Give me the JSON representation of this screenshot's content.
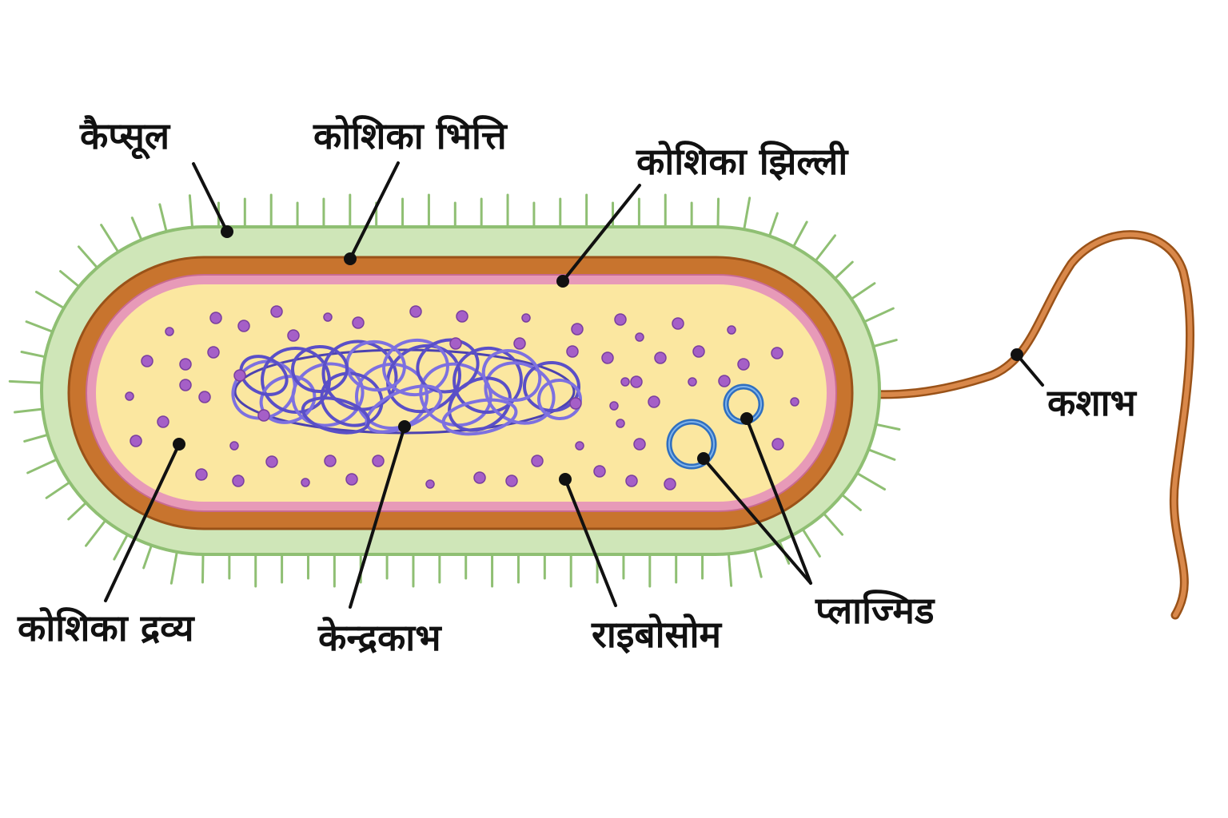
{
  "labels": {
    "capsule": "कैप्सूल",
    "cell_wall": "कोशिका भित्ति",
    "cell_membrane": "कोशिका झिल्ली",
    "flagellum": "कशाभ",
    "cytoplasm": "कोशिका द्रव्य",
    "nucleoid": "केन्द्रकाभ",
    "ribosome": "राइबोसोम",
    "plasmid": "प्लाज्मिड"
  },
  "colors": {
    "capsule": "#cfe6b8",
    "capsule_edge": "#8fbf73",
    "pili": "#8fbf73",
    "cell_wall": "#c8742e",
    "cell_wall_edge": "#9a5218",
    "cell_membrane": "#e79ab8",
    "cytoplasm": "#fbe7a0",
    "nucleoid": "#6f62d6",
    "ribosome": "#a55fc7",
    "plasmid": "#2f6fc0",
    "flagellum": "#c8742e",
    "leader": "#111111"
  }
}
